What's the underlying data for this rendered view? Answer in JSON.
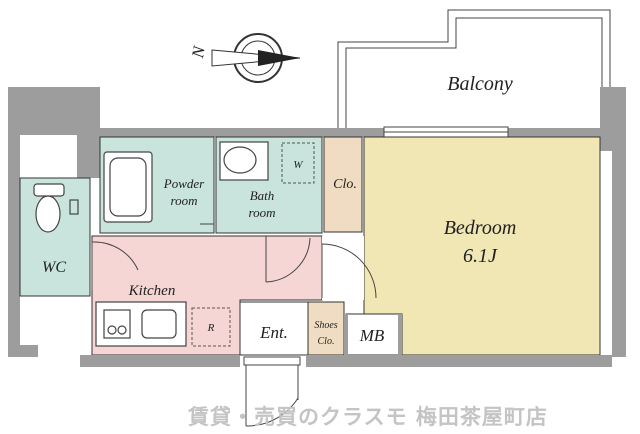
{
  "rooms": {
    "balcony": "Balcony",
    "bedroom": "Bedroom",
    "bedroom_size": "6.1J",
    "closet": "Clo.",
    "bath": "Bath",
    "bath_room": "room",
    "washer": "W",
    "powder": "Powder",
    "powder_room": "room",
    "wc": "WC",
    "kitchen": "Kitchen",
    "fridge": "R",
    "entrance": "Ent.",
    "shoes": "Shoes",
    "shoes_clo": "Clo.",
    "mb": "MB"
  },
  "compass": {
    "north": "N"
  },
  "watermark": {
    "text": "賃貸・売買のクラスモ 梅田茶屋町店"
  },
  "colors": {
    "wall": "#9d9d9d",
    "bedroom_fill": "#f0e7b4",
    "wet_fill": "#c8e4dc",
    "kitchen_fill": "#f6d6d4",
    "closet_fill": "#efdcc2",
    "watermark": "#c4c4c4"
  }
}
